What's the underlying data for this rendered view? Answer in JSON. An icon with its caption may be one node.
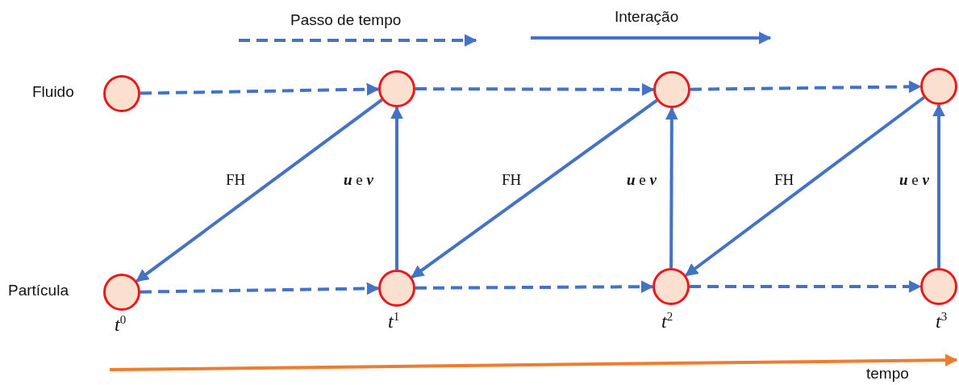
{
  "diagram": {
    "nodes": [
      {
        "text": [],
        "shape": "circle"
      },
      {
        "text": [],
        "shape": "circle"
      },
      {
        "text": [],
        "shape": "circle"
      },
      {
        "text": [],
        "shape": "circle"
      },
      {
        "text": [],
        "shape": "circle"
      },
      {
        "text": [],
        "shape": "circle"
      },
      {
        "text": [],
        "shape": "circle"
      },
      {
        "text": [],
        "shape": "circle"
      }
    ],
    "edges": [
      {
        "from": 0,
        "to": 1,
        "arrow": "to",
        "style": "dashed"
      },
      {
        "from": 1,
        "to": 2,
        "arrow": "to",
        "style": "dashed"
      },
      {
        "from": 2,
        "to": 3,
        "arrow": "to",
        "style": "dashed"
      },
      {
        "from": 4,
        "to": 5,
        "arrow": "to",
        "style": "dashed"
      },
      {
        "from": 5,
        "to": 6,
        "arrow": "to",
        "style": "dashed"
      },
      {
        "from": 6,
        "to": 7,
        "arrow": "to",
        "style": "dashed"
      },
      {
        "from": 1,
        "to": 4,
        "arrow": "to",
        "label": "FH"
      },
      {
        "from": 5,
        "to": 1,
        "arrow": "to",
        "label": "**u** e **v**"
      },
      {
        "from": 2,
        "to": 5,
        "arrow": "to",
        "label": "FH"
      },
      {
        "from": 6,
        "to": 2,
        "arrow": "to",
        "label": "**u** e **v**"
      },
      {
        "from": 3,
        "to": 6,
        "arrow": "to",
        "label": "FH"
      },
      {
        "from": 7,
        "to": 3,
        "arrow": "to",
        "label": "**u** e **v**"
      }
    ],
    "labels": [
      "Fluido",
      "Partícula",
      "*t*$^{0}$",
      "*t*$^{1}$",
      "*t*$^{2}$",
      "*t*$^{3}$",
      "tempo"
    ],
    "legend": [
      {
        "text": "Passo de tempo"
      },
      {
        "text": "Interação"
      }
    ]
  }
}
